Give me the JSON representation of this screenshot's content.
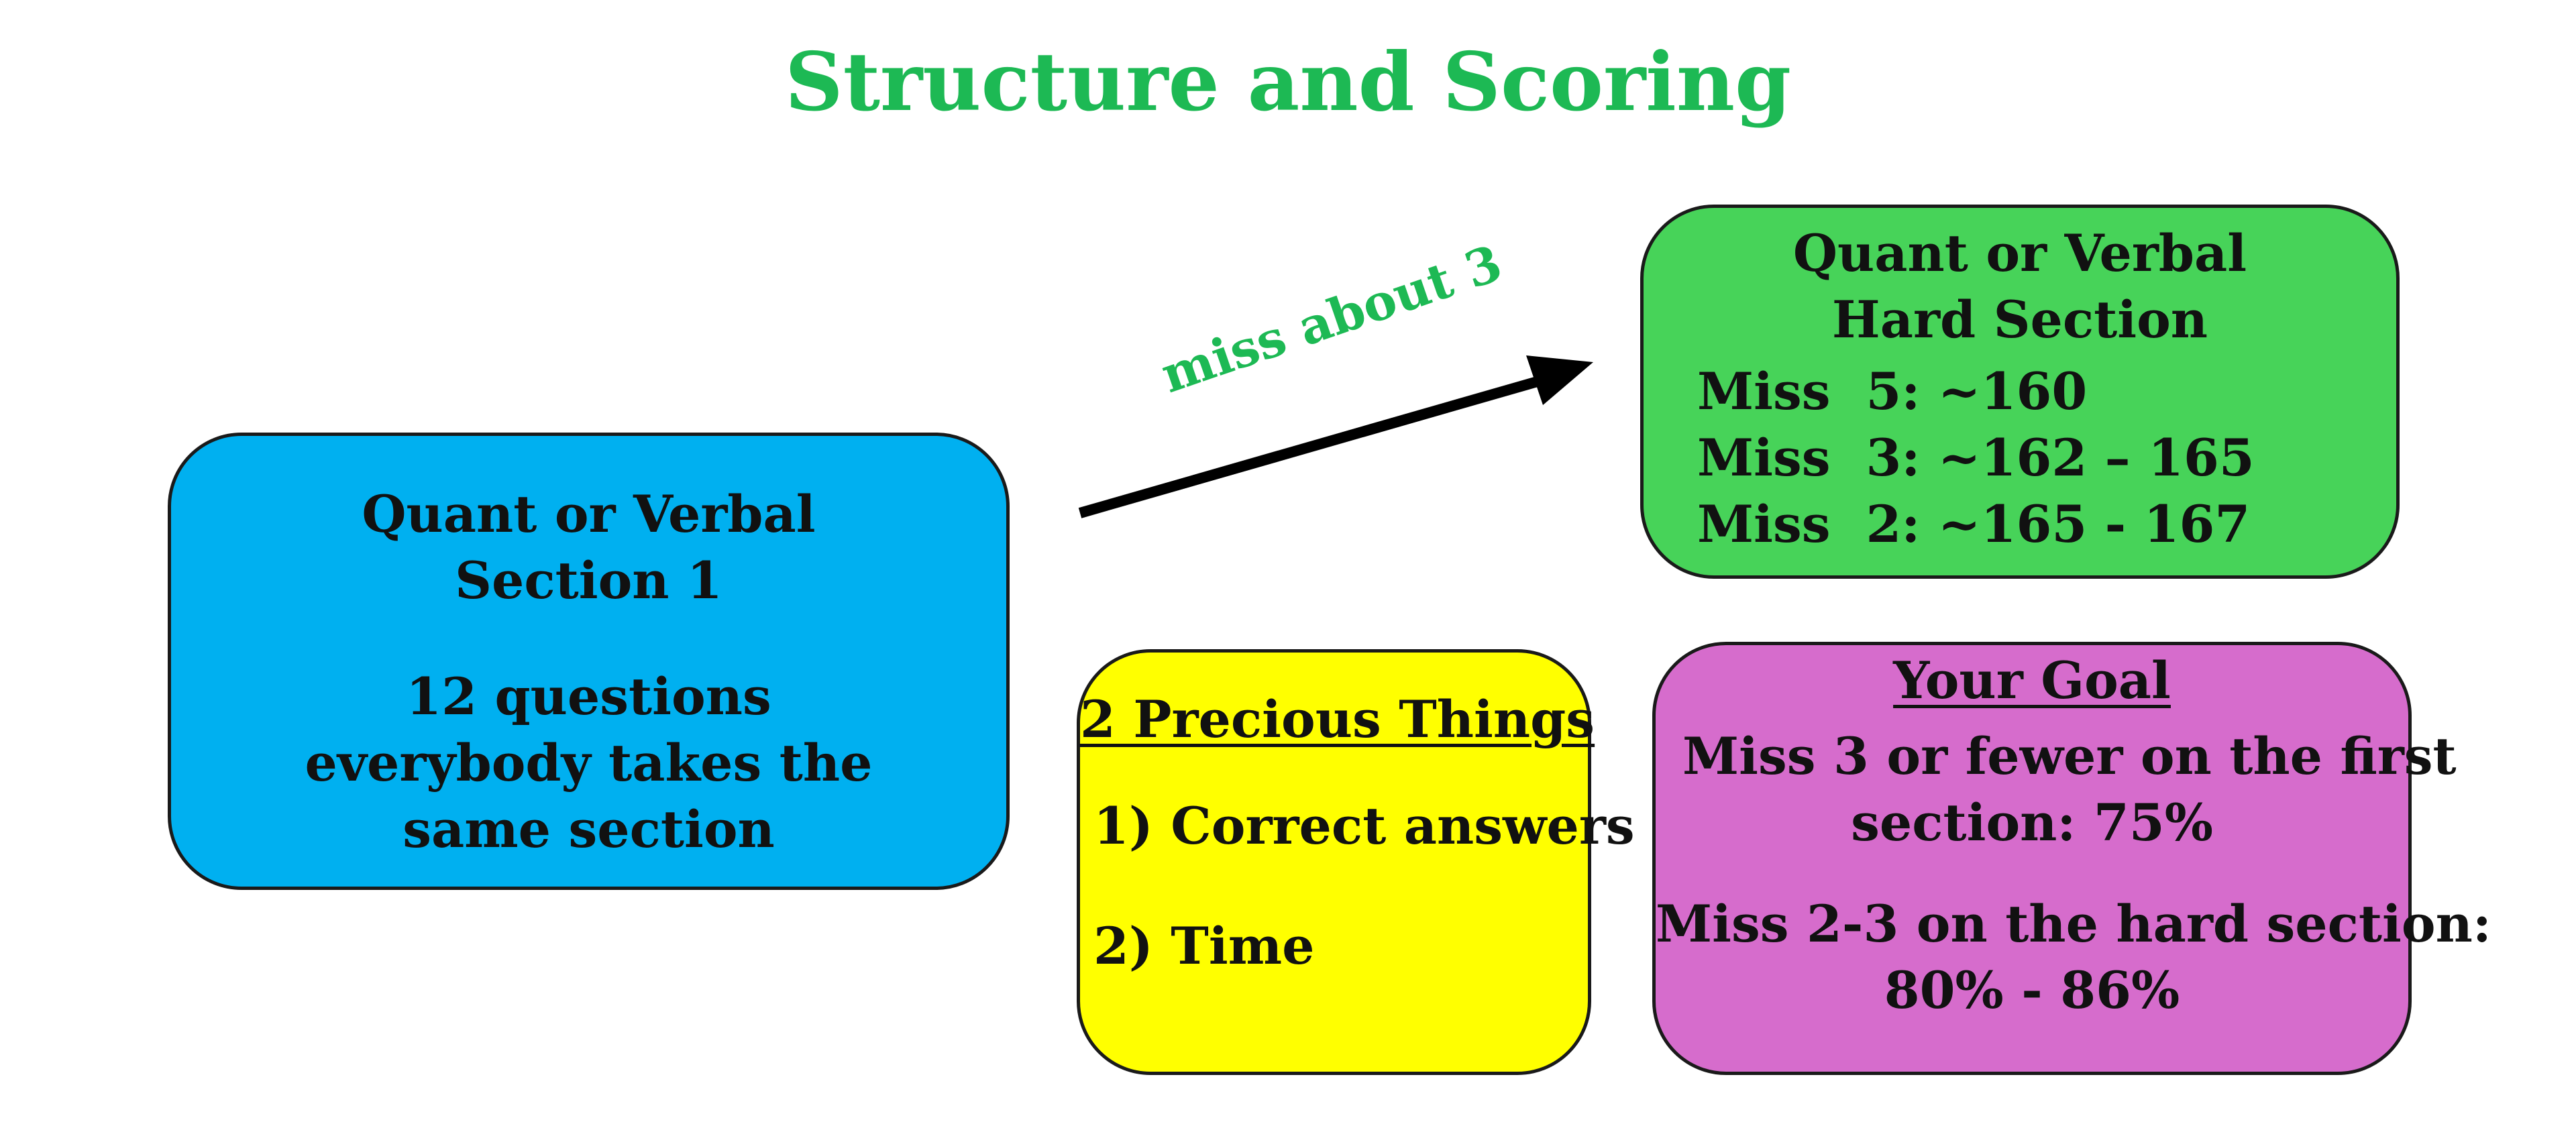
{
  "title": "Structure and Scoring",
  "colors": {
    "title": "#1db954",
    "section1_fill": "#00b0f0",
    "hard_fill": "#47d359",
    "precious_fill": "#ffff00",
    "goal_fill": "#d66ccc",
    "arrow": "#000000"
  },
  "section1": {
    "heading_line1": "Quant or Verbal",
    "heading_line2": "Section 1",
    "body_line1": "12 questions",
    "body_line2": "everybody takes the",
    "body_line3": "same section"
  },
  "arrow": {
    "label": "miss about 3"
  },
  "hard_section": {
    "heading_line1": "Quant or Verbal",
    "heading_line2": "Hard Section",
    "rows": [
      "Miss  5: ~160",
      "Miss  3: ~162 – 165",
      "Miss  2: ~165 - 167"
    ]
  },
  "precious": {
    "heading": "2 Precious Things",
    "items": [
      "1) Correct answers",
      "2) Time"
    ]
  },
  "goal": {
    "heading": "Your Goal",
    "line1": "Miss 3 or fewer on the first",
    "line2": "section: 75%",
    "line3": "Miss 2-3 on the hard section:",
    "line4": "80% - 86%"
  }
}
